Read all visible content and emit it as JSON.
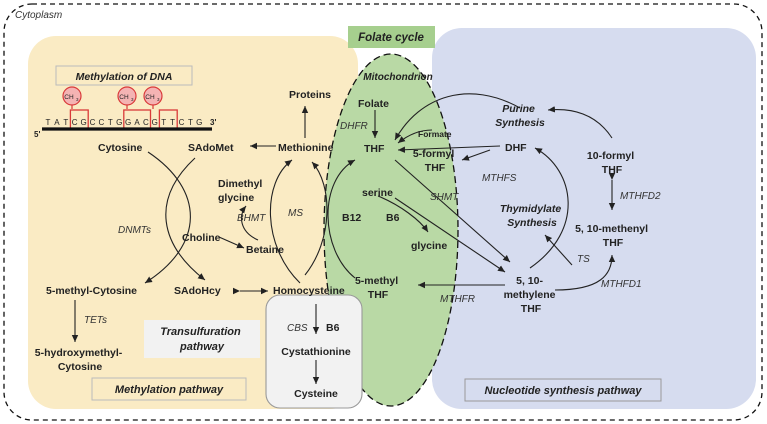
{
  "title": "Cytoplasm",
  "sections": {
    "folate_cycle": "Folate cycle",
    "mitochondrion": "Mitochondrion",
    "methylation_of_dna": "Methylation of DNA",
    "transsulfuration_line1": "Transulfuration",
    "transsulfuration_line2": "pathway",
    "methylation_pathway": "Methylation pathway",
    "nucleotide_pathway": "Nucleotide synthesis pathway"
  },
  "dna": {
    "sequence": [
      "T",
      "A",
      "T",
      "C",
      "G",
      "C",
      "C",
      "T",
      "G",
      "G",
      "A",
      "C",
      "G",
      "T",
      "T",
      "C",
      "T",
      "G"
    ],
    "five_prime": "5'",
    "three_prime": "3'",
    "methyl_label": "CH",
    "methyl_sub": "3"
  },
  "metabolites": {
    "proteins": "Proteins",
    "folate": "Folate",
    "thf": "THF",
    "methionine": "Methionine",
    "sadomet": "SAdoMet",
    "cytosine": "Cytosine",
    "dimethyl": "Dimethyl",
    "glycine_word": "glycine",
    "choline": "Choline",
    "betaine": "Betaine",
    "methyl_cytosine": "5-methyl-Cytosine",
    "sadohcy": "SAdoHcy",
    "homocysteine": "Homocysteine",
    "hydroxy_line1": "5-hydroxymethyl-",
    "hydroxy_line2": "Cytosine",
    "b12": "B12",
    "b6": "B6",
    "serine": "serine",
    "glycine": "glycine",
    "five_formyl": "5-formyl",
    "five_methyl": "5-methyl",
    "formate": "Formate",
    "purine_line1": "Purine",
    "purine_line2": "Synthesis",
    "dhf": "DHF",
    "ten_formyl": "10-formyl",
    "thymidylate_line1": "Thymidylate",
    "thymidylate_line2": "Synthesis",
    "methenyl_line1": "5, 10-methenyl",
    "methylene_line1": "5, 10-",
    "methylene_line2": "methylene",
    "cbs_b6": "B6",
    "cystathionine": "Cystathionine",
    "cysteine": "Cysteine"
  },
  "enzymes": {
    "dhfr": "DHFR",
    "bhmt": "BHMT",
    "ms": "MS",
    "dnmts": "DNMTs",
    "tets": "TETs",
    "shmt": "SHMT",
    "mthfs": "MTHFS",
    "mthfd2": "MTHFD2",
    "ts": "TS",
    "mthfd1": "MTHFD1",
    "mthfr": "MTHFR",
    "cbs": "CBS"
  },
  "colors": {
    "methylation_bg": "#faebc4",
    "nucleotide_bg": "#d6dcef",
    "folate_bg": "#b9d9a5",
    "folate_header_bg": "#a6cf8e",
    "methyl_circle": "#f4b3b3",
    "methyl_border": "#d93a3a"
  }
}
